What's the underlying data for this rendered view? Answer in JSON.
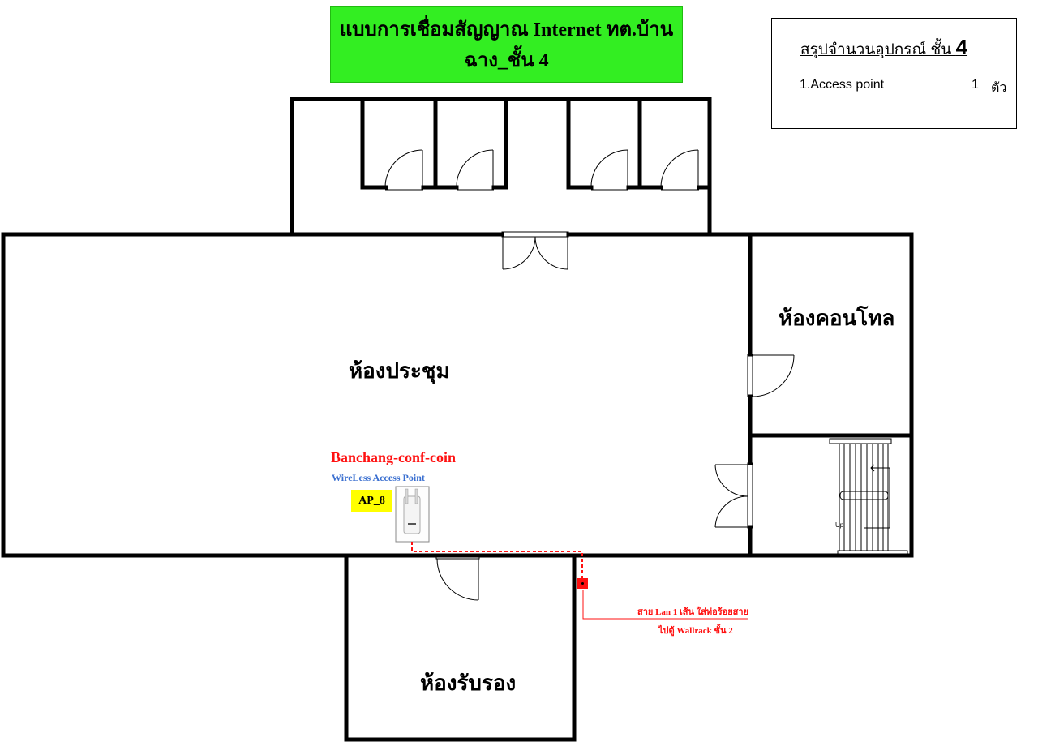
{
  "title": {
    "line1": "แบบการเชื่อมสัญญาณ Internet ทต.บ้าน",
    "line2": "ฉาง_ชั้น 4"
  },
  "summary": {
    "title_prefix": "สรุปจำนวนอุปกรณ์ ชั้น ",
    "title_floor": "4",
    "items": [
      {
        "label": "1.Access point",
        "qty": "1",
        "unit": "ตัว"
      }
    ]
  },
  "rooms": {
    "meeting": "ห้องประชุม",
    "control": "ห้องคอนโทล",
    "reception": "ห้องรับรอง"
  },
  "access_point": {
    "name": "Banchang-conf-coin",
    "type": "WireLess Access Point",
    "tag": "AP_8"
  },
  "cable_note": {
    "line1": "สาย Lan  1  เส้น ใส่ท่อร้อยสาย",
    "line2": "ไปตู้ Wallrack ชั้น 2"
  },
  "stair_label": "Up",
  "colors": {
    "title_bg": "#33ee22",
    "ap_name": "#ff1111",
    "ap_type": "#3a6fd0",
    "ap_tag_bg": "#ffff00",
    "cable": "#ff1111"
  }
}
